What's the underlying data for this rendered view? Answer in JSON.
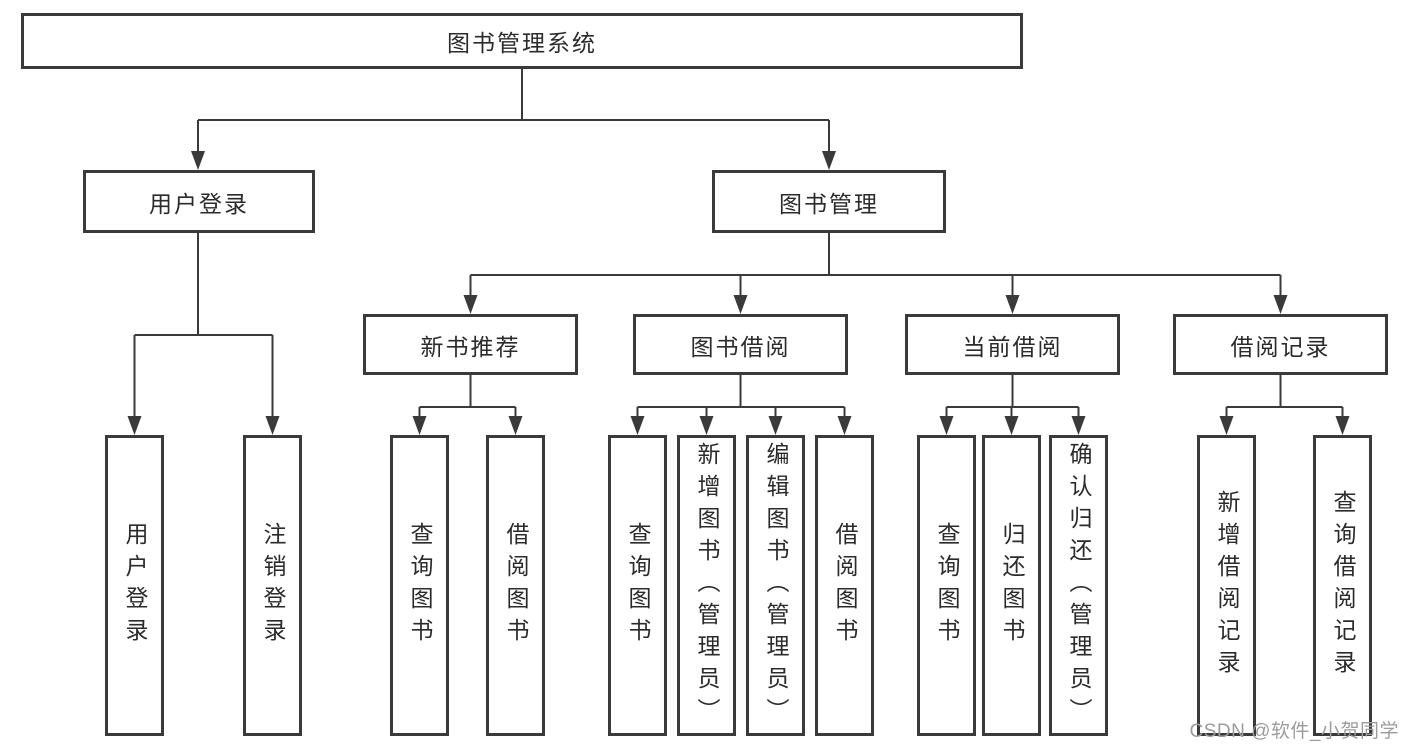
{
  "colors": {
    "line": "#3a3a3a",
    "text": "#2b2b2b",
    "watermark": "#9c9c9c",
    "background": "#ffffff"
  },
  "watermark": {
    "text": "CSDN @软件_小贺同学"
  },
  "tree": {
    "label": "图书管理系统",
    "children": [
      {
        "label": "用户登录",
        "children": [
          {
            "label": "用户登录"
          },
          {
            "label": "注销登录"
          }
        ]
      },
      {
        "label": "图书管理",
        "children": [
          {
            "label": "新书推荐",
            "children": [
              {
                "label": "查询图书"
              },
              {
                "label": "借阅图书"
              }
            ]
          },
          {
            "label": "图书借阅",
            "children": [
              {
                "label": "查询图书"
              },
              {
                "label": "新增图书（管理员）"
              },
              {
                "label": "编辑图书（管理员）"
              },
              {
                "label": "借阅图书"
              }
            ]
          },
          {
            "label": "当前借阅",
            "children": [
              {
                "label": "查询图书"
              },
              {
                "label": "归还图书"
              },
              {
                "label": "确认归还（管理员）"
              }
            ]
          },
          {
            "label": "借阅记录",
            "children": [
              {
                "label": "新增借阅记录"
              },
              {
                "label": "查询借阅记录"
              }
            ]
          }
        ]
      }
    ]
  }
}
